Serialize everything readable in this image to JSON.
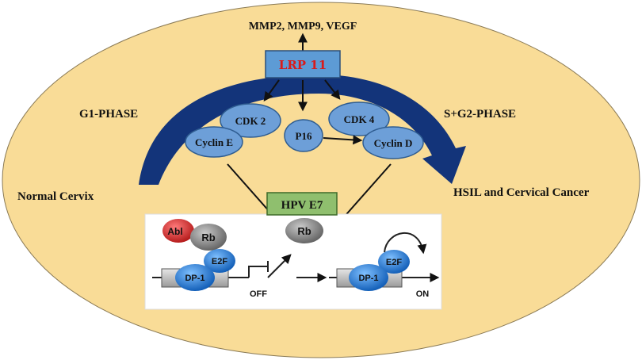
{
  "diagram": {
    "top_outputs": "MMP2, MMP9, VEGF",
    "hub": "LRP 11",
    "phase_left": "G1-PHASE",
    "phase_right": "S+G2-PHASE",
    "start_state": "Normal Cervix",
    "end_state": "HSIL and Cervical Cancer",
    "nodes": {
      "cdk2": "CDK 2",
      "cyclin_e": "Cyclin E",
      "p16": "P16",
      "cdk4": "CDK 4",
      "cyclin_d": "Cyclin D"
    },
    "viral": "HPV E7",
    "inset": {
      "abl": "Abl",
      "rb": "Rb",
      "e2f": "E2F",
      "dp1": "DP-1",
      "off": "OFF",
      "rb_released": "Rb",
      "e2f_active": "E2F",
      "dp1_active": "DP-1",
      "on": "ON"
    }
  },
  "colors": {
    "background_oval": "#f9dc97",
    "phase_arrow": "#13347a",
    "hub_fill": "#5d9bd5",
    "hub_text": "#d81b1b",
    "node_fill": "#6d9fd8",
    "node_stroke": "#2f5d91",
    "viral_fill": "#8fbf6e",
    "inset_blue": "#1c78d4",
    "inset_grey": "#7a7a7a",
    "inset_red": "#d62828"
  }
}
